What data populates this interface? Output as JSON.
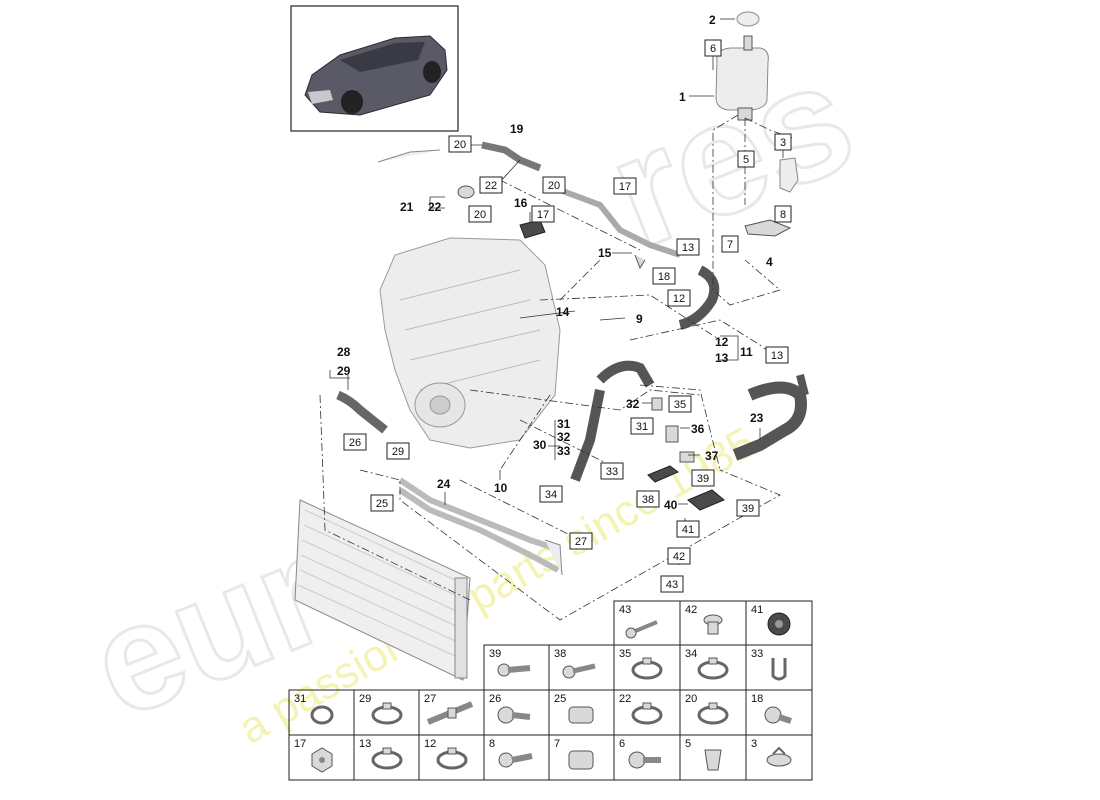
{
  "diagram": {
    "callouts_boxed": [
      "6",
      "3",
      "5",
      "8",
      "7",
      "13",
      "12",
      "18",
      "20",
      "20",
      "22",
      "20",
      "17",
      "17",
      "13",
      "26",
      "29",
      "25",
      "27",
      "34",
      "33",
      "31",
      "35",
      "39",
      "38",
      "39",
      "41",
      "42",
      "43"
    ],
    "callouts_plain": [
      "1",
      "2",
      "4",
      "9",
      "10",
      "11",
      "12",
      "13",
      "14",
      "15",
      "16",
      "19",
      "21",
      "22",
      "23",
      "24",
      "28",
      "29",
      "30",
      "31",
      "32",
      "33",
      "36",
      "37",
      "40"
    ]
  },
  "parts_grid": {
    "rows": [
      [
        "43",
        "42",
        "41"
      ],
      [
        "39",
        "38",
        "35",
        "34",
        "33"
      ],
      [
        "31",
        "29",
        "27",
        "26",
        "25",
        "22",
        "20",
        "18"
      ],
      [
        "17",
        "13",
        "12",
        "8",
        "7",
        "6",
        "5",
        "3"
      ]
    ]
  },
  "watermark": {
    "brand": "euro",
    "brand_suffix": "res",
    "slogan": "a passion for parts since 1985"
  }
}
